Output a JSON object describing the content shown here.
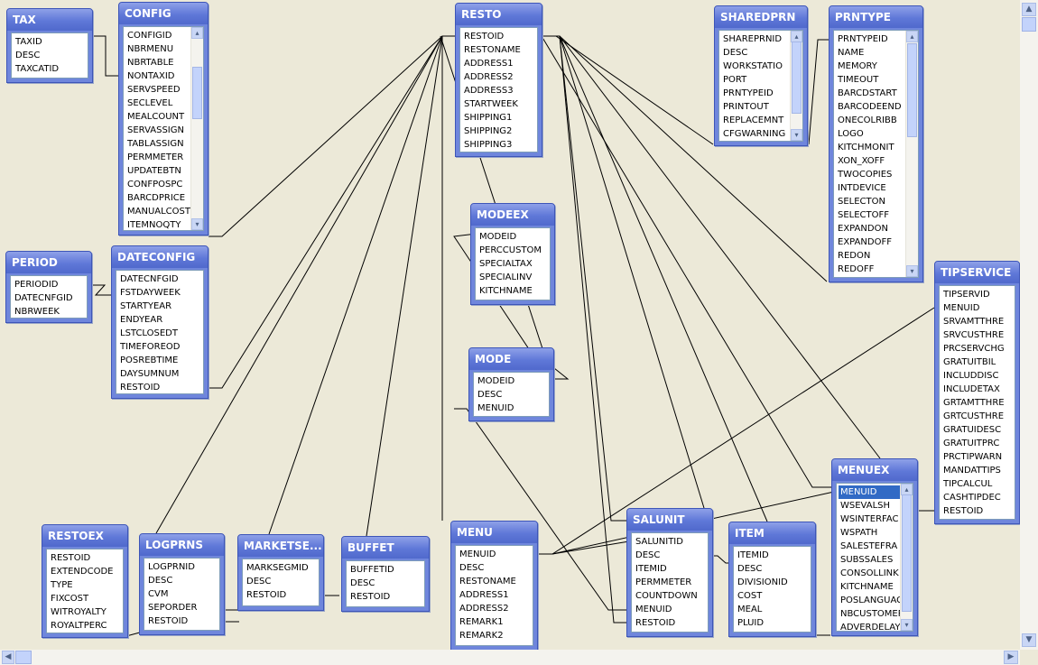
{
  "tables": [
    {
      "id": "tax",
      "title": "TAX",
      "fields": [
        "TAXID",
        "DESC",
        "TAXCATID"
      ]
    },
    {
      "id": "config",
      "title": "CONFIG",
      "fields": [
        "CONFIGID",
        "NBRMENU",
        "NBRTABLE",
        "NONTAXID",
        "SERVSPEED",
        "SECLEVEL",
        "MEALCOUNT",
        "SERVASSIGN",
        "TABLASSIGN",
        "PERMMETER",
        "UPDATEBTN",
        "CONFPOSPC",
        "BARCDPRICE",
        "MANUALCOST",
        "ITEMNOQTY"
      ]
    },
    {
      "id": "resto",
      "title": "RESTO",
      "fields": [
        "RESTOID",
        "RESTONAME",
        "ADDRESS1",
        "ADDRESS2",
        "ADDRESS3",
        "STARTWEEK",
        "SHIPPING1",
        "SHIPPING2",
        "SHIPPING3"
      ]
    },
    {
      "id": "sharedprn",
      "title": "SHAREDPRN",
      "fields": [
        "SHAREPRNID",
        "DESC",
        "WORKSTATIO",
        "PORT",
        "PRNTYPEID",
        "PRINTOUT",
        "REPLACEMNT",
        "CFGWARNING"
      ]
    },
    {
      "id": "prntype",
      "title": "PRNTYPE",
      "fields": [
        "PRNTYPEID",
        "NAME",
        "MEMORY",
        "TIMEOUT",
        "BARCDSTART",
        "BARCODEEND",
        "ONECOLRIBB",
        "LOGO",
        "KITCHMONIT",
        "XON_XOFF",
        "TWOCOPIES",
        "INTDEVICE",
        "SELECTON",
        "SELECTOFF",
        "EXPANDON",
        "EXPANDOFF",
        "REDON",
        "REDOFF"
      ]
    },
    {
      "id": "period",
      "title": "PERIOD",
      "fields": [
        "PERIODID",
        "DATECNFGID",
        "NBRWEEK"
      ]
    },
    {
      "id": "dateconfig",
      "title": "DATECONFIG",
      "fields": [
        "DATECNFGID",
        "FSTDAYWEEK",
        "STARTYEAR",
        "ENDYEAR",
        "LSTCLOSEDT",
        "TIMEFOREOD",
        "POSREBTIME",
        "DAYSUMNUM",
        "RESTOID"
      ]
    },
    {
      "id": "modeex",
      "title": "MODEEX",
      "fields": [
        "MODEID",
        "PERCCUSTOM",
        "SPECIALTAX",
        "SPECIALINV",
        "KITCHNAME"
      ]
    },
    {
      "id": "mode",
      "title": "MODE",
      "fields": [
        "MODEID",
        "DESC",
        "MENUID"
      ]
    },
    {
      "id": "tipservice",
      "title": "TIPSERVICE",
      "fields": [
        "TIPSERVID",
        "MENUID",
        "SRVAMTTHRE",
        "SRVCUSTHRE",
        "PRCSERVCHG",
        "GRATUITBIL",
        "INCLUDDISC",
        "INCLUDETAX",
        "GRTAMTTHRE",
        "GRTCUSTHRE",
        "GRATUIDESC",
        "GRATUITPRC",
        "PRCTIPWARN",
        "MANDATTIPS",
        "TIPCALCUL",
        "CASHTIPDEC",
        "RESTOID"
      ]
    },
    {
      "id": "menuex",
      "title": "MENUEX",
      "fields": [
        "MENUID",
        "WSEVALSH",
        "WSINTERFAC",
        "WSPATH",
        "SALESTEFRA",
        "SUBSSALES",
        "CONSOLLINK",
        "KITCHNAME",
        "POSLANGUAG",
        "NBCUSTOMER",
        "ADVERDELAY"
      ],
      "selected_field": "MENUID"
    },
    {
      "id": "restoex",
      "title": "RESTOEX",
      "fields": [
        "RESTOID",
        "EXTENDCODE",
        "TYPE",
        "FIXCOST",
        "WITROYALTY",
        "ROYALTPERC"
      ]
    },
    {
      "id": "logprns",
      "title": "LOGPRNS",
      "fields": [
        "LOGPRNID",
        "DESC",
        "CVM",
        "SEPORDER",
        "RESTOID"
      ]
    },
    {
      "id": "marketseg",
      "title": "MARKETSE...",
      "fields": [
        "MARKSEGMID",
        "DESC",
        "RESTOID"
      ]
    },
    {
      "id": "buffet",
      "title": "BUFFET",
      "fields": [
        "BUFFETID",
        "DESC",
        "RESTOID"
      ]
    },
    {
      "id": "menu",
      "title": "MENU",
      "fields": [
        "MENUID",
        "DESC",
        "RESTONAME",
        "ADDRESS1",
        "ADDRESS2",
        "REMARK1",
        "REMARK2"
      ]
    },
    {
      "id": "salunit",
      "title": "SALUNIT",
      "fields": [
        "SALUNITID",
        "DESC",
        "ITEMID",
        "PERMMETER",
        "COUNTDOWN",
        "MENUID",
        "RESTOID"
      ]
    },
    {
      "id": "item",
      "title": "ITEM",
      "fields": [
        "ITEMID",
        "DESC",
        "DIVISIONID",
        "COST",
        "MEAL",
        "PLUID"
      ]
    }
  ],
  "colors": {
    "canvas": "#ece9d8",
    "title_bar": "#6f86dc",
    "selection": "#316ac5",
    "relation_line": "#000000"
  }
}
